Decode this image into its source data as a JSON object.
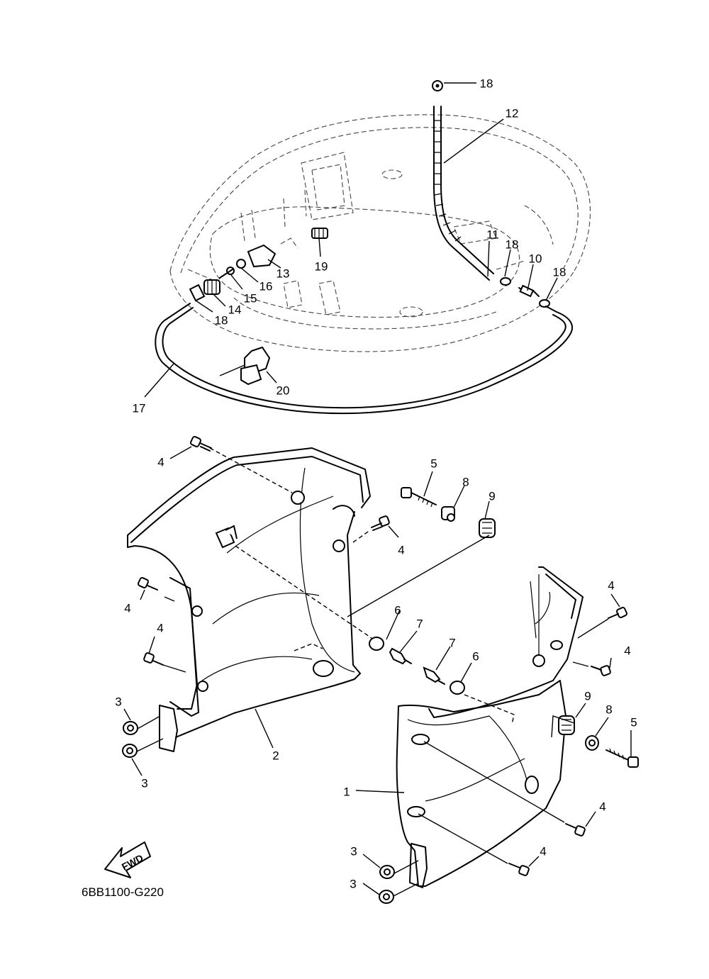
{
  "diagram_code": "6BB1100-G220",
  "fwd_arrow_label": "FWD",
  "callouts": [
    {
      "id": "c1",
      "text": "1"
    },
    {
      "id": "c2",
      "text": "2"
    },
    {
      "id": "c3a",
      "text": "3"
    },
    {
      "id": "c3b",
      "text": "3"
    },
    {
      "id": "c3c",
      "text": "3"
    },
    {
      "id": "c3d",
      "text": "3"
    },
    {
      "id": "c4a",
      "text": "4"
    },
    {
      "id": "c4b",
      "text": "4"
    },
    {
      "id": "c4c",
      "text": "4"
    },
    {
      "id": "c4d",
      "text": "4"
    },
    {
      "id": "c4e",
      "text": "4"
    },
    {
      "id": "c4f",
      "text": "4"
    },
    {
      "id": "c4g",
      "text": "4"
    },
    {
      "id": "c4h",
      "text": "4"
    },
    {
      "id": "c5a",
      "text": "5"
    },
    {
      "id": "c5b",
      "text": "5"
    },
    {
      "id": "c6a",
      "text": "6"
    },
    {
      "id": "c6b",
      "text": "6"
    },
    {
      "id": "c7a",
      "text": "7"
    },
    {
      "id": "c7b",
      "text": "7"
    },
    {
      "id": "c8a",
      "text": "8"
    },
    {
      "id": "c8b",
      "text": "8"
    },
    {
      "id": "c9a",
      "text": "9"
    },
    {
      "id": "c9b",
      "text": "9"
    },
    {
      "id": "c10",
      "text": "10"
    },
    {
      "id": "c11",
      "text": "11"
    },
    {
      "id": "c12",
      "text": "12"
    },
    {
      "id": "c13",
      "text": "13"
    },
    {
      "id": "c14",
      "text": "14"
    },
    {
      "id": "c15",
      "text": "15"
    },
    {
      "id": "c16",
      "text": "16"
    },
    {
      "id": "c17",
      "text": "17"
    },
    {
      "id": "c18a",
      "text": "18"
    },
    {
      "id": "c18b",
      "text": "18"
    },
    {
      "id": "c18c",
      "text": "18"
    },
    {
      "id": "c18d",
      "text": "18"
    },
    {
      "id": "c19",
      "text": "19"
    },
    {
      "id": "c20",
      "text": "20"
    }
  ]
}
